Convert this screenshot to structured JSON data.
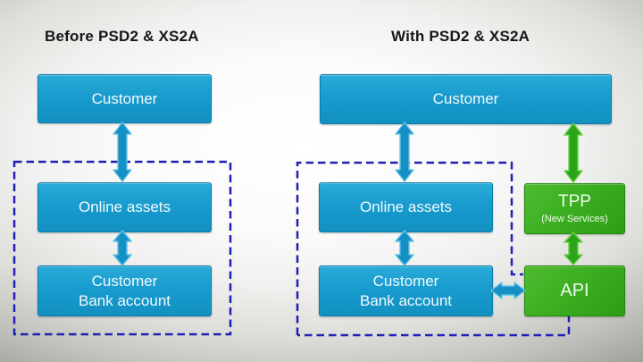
{
  "left_panel": {
    "title": "Before PSD2 & XS2A",
    "customer_label": "Customer",
    "online_assets_label": "Online assets",
    "bank_account_line1": "Customer",
    "bank_account_line2": "Bank account"
  },
  "right_panel": {
    "title": "With PSD2 & XS2A",
    "customer_label": "Customer",
    "online_assets_label": "Online assets",
    "bank_account_line1": "Customer",
    "bank_account_line2": "Bank account",
    "tpp_label": "TPP",
    "tpp_sublabel": "(New Services)",
    "api_label": "API"
  },
  "colors": {
    "box_blue": "#189bcd",
    "box_blue_border": "#0d7cab",
    "box_green": "#3aad20",
    "box_green_border": "#23860f",
    "arrow_blue": "#168fc4",
    "arrow_blue_edge": "#5fc4e8",
    "arrow_green": "#2aa51a",
    "arrow_green_edge": "#6ecf48",
    "dashed_boundary": "#2020b4",
    "title_text": "#161616",
    "box_text": "#f2fafd"
  }
}
